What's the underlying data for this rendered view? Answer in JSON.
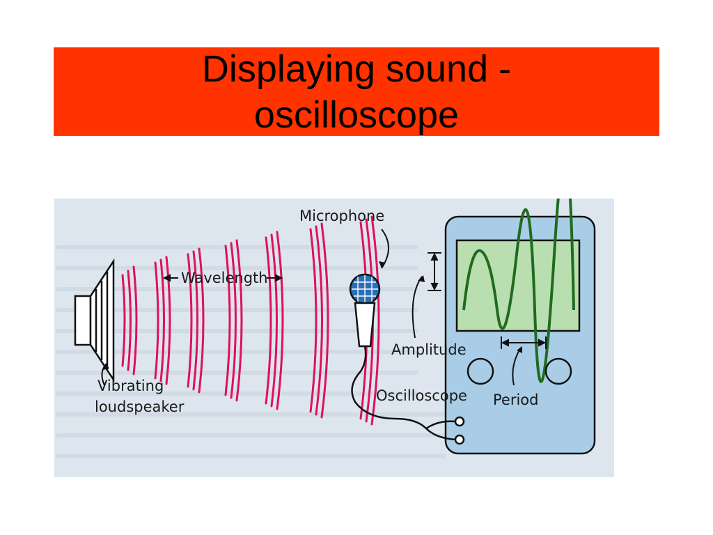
{
  "slide": {
    "title_line1": "Displaying sound -",
    "title_line2": "oscilloscope"
  },
  "diagram": {
    "labels": {
      "microphone": "Microphone",
      "wavelength": "Wavelength",
      "vibrating": "Vibrating",
      "loudspeaker": "loudspeaker",
      "amplitude": "Amplitude",
      "oscilloscope": "Oscilloscope",
      "period": "Period"
    },
    "colors": {
      "title_bar": "#ff3300",
      "sound_waves": "#e0105a",
      "scope_body": "#a9cde6",
      "screen": "#b9dfb0",
      "trace": "#1f6b1f",
      "text_background": "#dde6ee"
    },
    "waveform": {
      "cycles_visible": 3
    }
  }
}
